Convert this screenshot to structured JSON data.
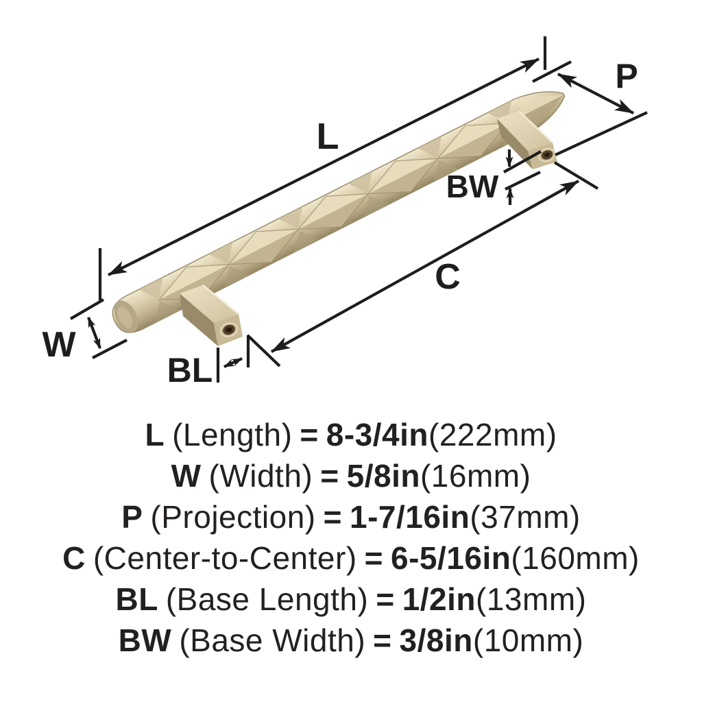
{
  "diagram": {
    "labels": {
      "length": "L",
      "projection": "P",
      "base_width": "BW",
      "center_to_center": "C",
      "width": "W",
      "base_length": "BL"
    }
  },
  "specs": [
    {
      "symbol": "L",
      "descriptor": "(Length)",
      "equals": "=",
      "value_in": "8-3/4in",
      "value_mm": "(222mm)"
    },
    {
      "symbol": "W",
      "descriptor": "(Width)",
      "equals": "=",
      "value_in": "5/8in",
      "value_mm": "(16mm)"
    },
    {
      "symbol": "P",
      "descriptor": "(Projection)",
      "equals": "=",
      "value_in": "1-7/16in",
      "value_mm": "(37mm)"
    },
    {
      "symbol": "C",
      "descriptor": "(Center-to-Center)",
      "equals": "=",
      "value_in": "6-5/16in",
      "value_mm": "(160mm)"
    },
    {
      "symbol": "BL",
      "descriptor": "(Base Length)",
      "equals": "=",
      "value_in": "1/2in",
      "value_mm": "(13mm)"
    },
    {
      "symbol": "BW",
      "descriptor": "(Base Width)",
      "equals": "=",
      "value_in": "3/8in",
      "value_mm": "(10mm)"
    }
  ],
  "colors": {
    "background": "#ffffff",
    "dimension_lines": "#1d1d1b",
    "text": "#232020",
    "handle_light": "#efe7cc",
    "handle_mid": "#d0c2a0",
    "handle_dark": "#968865",
    "screw_hole": "#2a210f"
  }
}
